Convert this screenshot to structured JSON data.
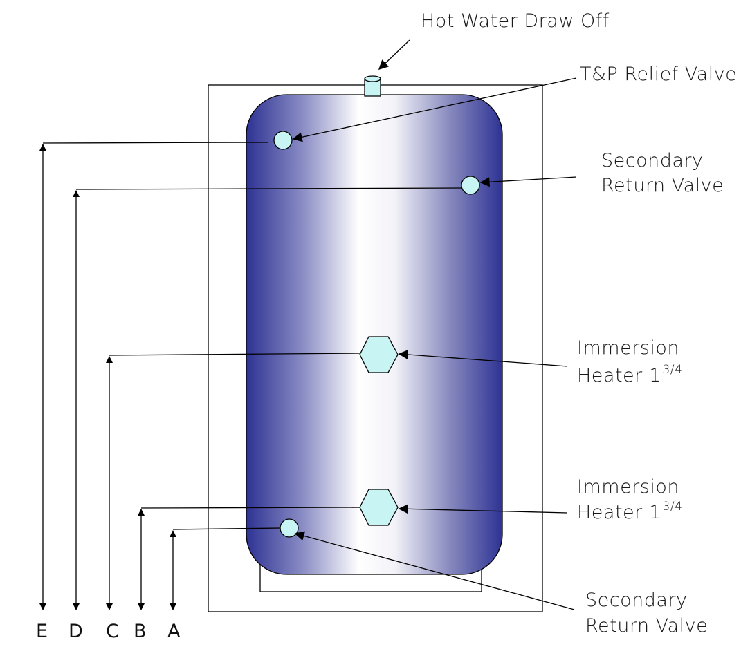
{
  "labels": {
    "hot_water": "Hot Water Draw Off",
    "tp_relief": "T&P Relief Valve",
    "sec_return_top_1": "Secondary",
    "sec_return_top_2": "Return Valve",
    "immersion_top_1": "Immersion",
    "immersion_top_2": "Heater 1",
    "immersion_top_sup": "3/4",
    "immersion_bottom_1": "Immersion",
    "immersion_bottom_2": "Heater 1",
    "immersion_bottom_sup": "3/4",
    "sec_return_bottom_1": "Secondary",
    "sec_return_bottom_2": "Return Valve"
  },
  "dimensions": {
    "e": "E",
    "d": "D",
    "c": "C",
    "b": "B",
    "a": "A"
  },
  "colors": {
    "tank_dark": "#2e3393",
    "tank_light": "#ffffff",
    "fitting": "#c8f4f4",
    "line": "#000000"
  }
}
